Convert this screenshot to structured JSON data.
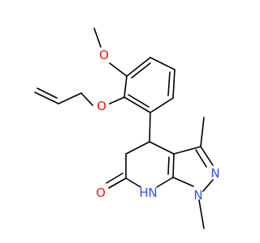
{
  "colors": {
    "background": "#ffffff",
    "bond": "#000000",
    "oxygen": "#ff0d0d",
    "nitrogen": "#3050f8"
  },
  "atoms": {
    "methoxy_oxygen": "O",
    "ether_oxygen": "O",
    "pyrazole_n2": "N",
    "pyrazole_n1": "N",
    "amide_nh": "H",
    "amide_n": "N",
    "carbonyl_oxygen": "O"
  }
}
